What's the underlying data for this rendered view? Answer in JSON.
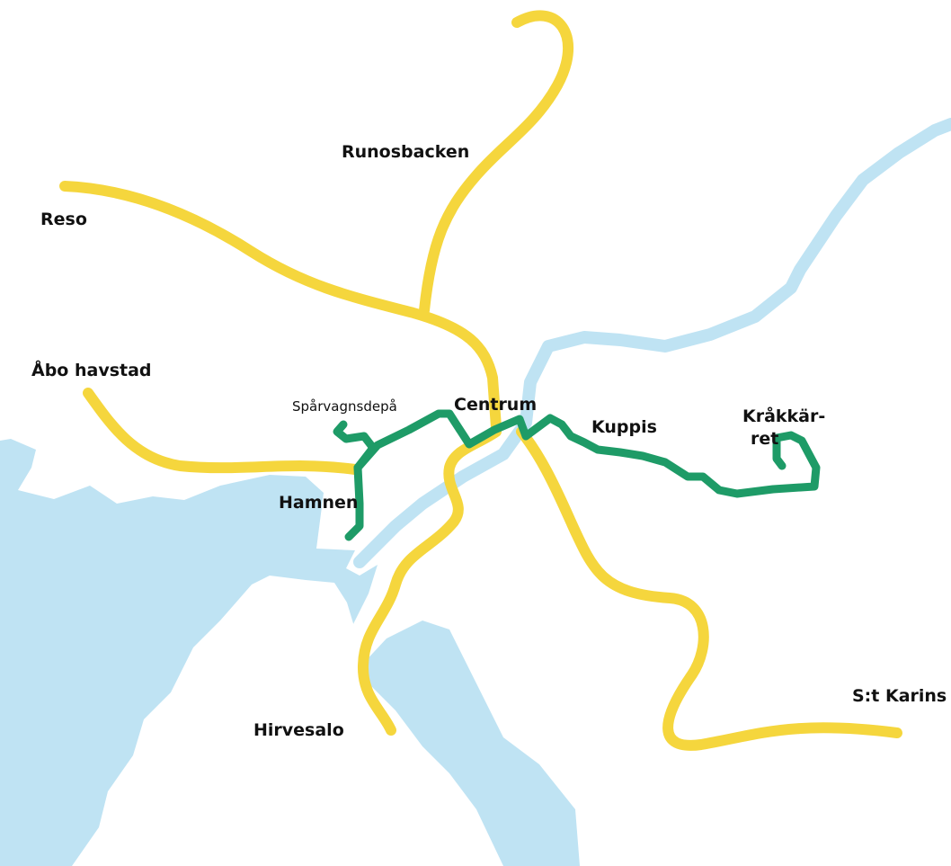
{
  "map": {
    "colors": {
      "water": "#bfe3f3",
      "proposed_lines": "#f5d63d",
      "tram_line": "#1e9b67",
      "background": "#ffffff",
      "label_text": "#111111"
    },
    "places": {
      "runosbacken": "Runosbacken",
      "reso": "Reso",
      "abo_havstad": "Åbo havstad",
      "sparvagnsdepa": "Spårvagnsdepå",
      "centrum": "Centrum",
      "kuppis": "Kuppis",
      "krakkarret_line1": "Kråkkär-",
      "krakkarret_line2": "ret",
      "hamnen": "Hamnen",
      "hirvesalo": "Hirvesalo",
      "st_karins": "S:t Karins"
    }
  }
}
